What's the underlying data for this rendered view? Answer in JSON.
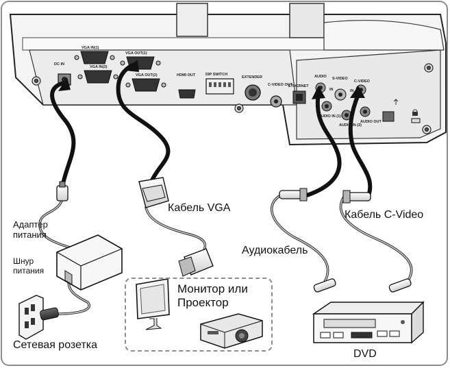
{
  "labels": {
    "vga_cable": "Кабель VGA",
    "cvideo_cable": "Кабель C-Video",
    "power_adapter": "Адаптер\nпитания",
    "power_cord": "Шнур\nпитания",
    "audio_cable": "Аудиокабель",
    "monitor_projector": "Монитор или\nПроектор",
    "power_outlet": "Сетевая розетка",
    "dvd": "DVD"
  },
  "ports": {
    "dc_in": "DC IN",
    "vga_in1": "VGA IN(1)",
    "vga_in2": "VGA IN(2)",
    "vga_out1": "VGA OUT(1)",
    "vga_out2": "VGA OUT(2)",
    "hdmi_out": "HDMI OUT",
    "dip_switch": "DIP SWITCH",
    "extender": "EXTENDER",
    "cvideo_out": "C-VIDEO OUT",
    "ethernet": "ETHERNET",
    "audio": "AUDIO",
    "svideo": "S-VIDEO",
    "cvideo": "C-VIDEO",
    "audio_in1": "AUDIO IN (1)",
    "audio_in2": "AUDIO IN (2)",
    "audio_out": "AUDIO OUT",
    "in": "IN"
  },
  "colors": {
    "cable": "#1a1a1a",
    "panel": "#f3f3f3",
    "border": "#8c8c8c"
  }
}
